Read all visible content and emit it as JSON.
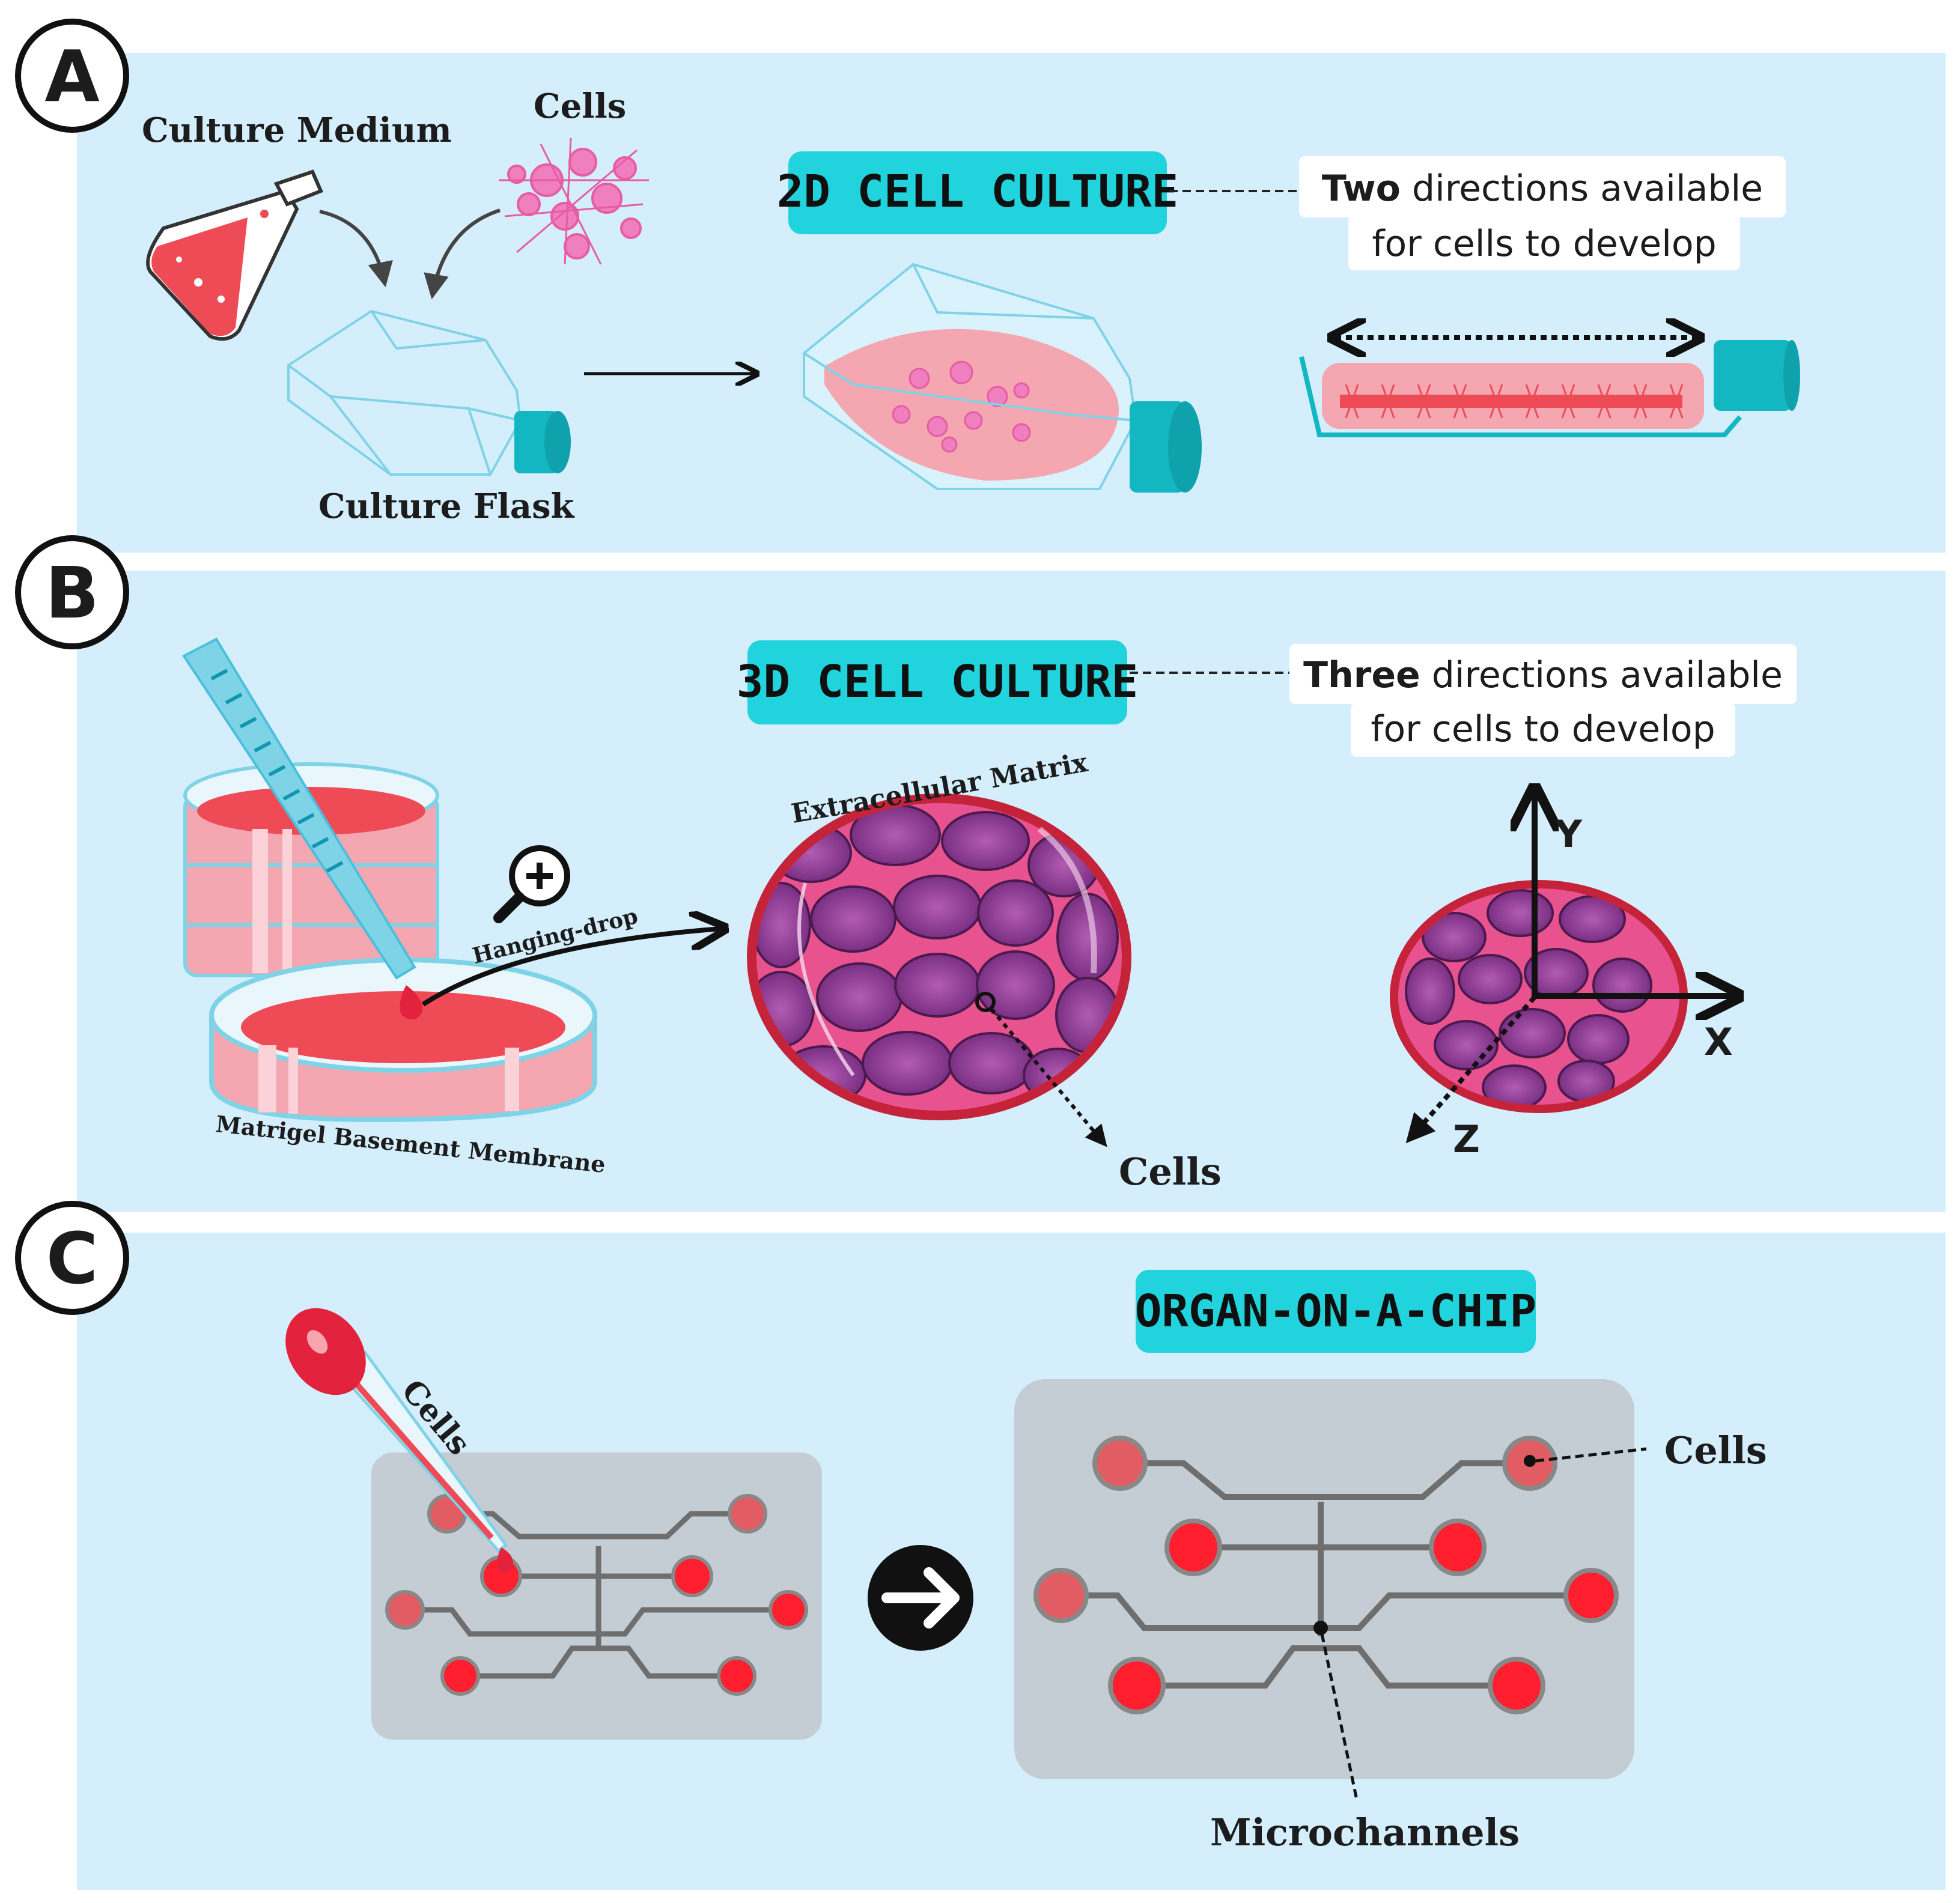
{
  "panels": {
    "a": {
      "letter": "A",
      "culture_medium": "Culture Medium",
      "cells": "Cells",
      "culture_flask": "Culture Flask",
      "banner": "2D CELL CULTURE",
      "callout_bold": "Two",
      "callout_rest": " directions available",
      "callout_line2": "for cells to develop"
    },
    "b": {
      "letter": "B",
      "banner": "3D CELL CULTURE",
      "callout_bold": "Three",
      "callout_rest": " directions available",
      "callout_line2": "for cells to develop",
      "hanging_drop": "Hanging-drop",
      "extracellular_matrix": "Extracellular Matrix",
      "matrigel": "Matrigel Basement Membrane",
      "cells": "Cells",
      "axis_x": "X",
      "axis_y": "Y",
      "axis_z": "Z"
    },
    "c": {
      "letter": "C",
      "banner": "ORGAN-ON-A-CHIP",
      "cells_pipette": "Cells",
      "cells_label": "Cells",
      "microchannels": "Microchannels"
    }
  },
  "colors": {
    "panel_bg": "#d4eefb",
    "banner_bg": "#21d3dd",
    "teal": "#13b7c2",
    "medium_red": "#ef4b57",
    "matrix_red": "#c5233a",
    "cell_purple": "#8e3d93",
    "chip_gray": "#c4cdd3",
    "channel_gray": "#6e6e6e"
  }
}
